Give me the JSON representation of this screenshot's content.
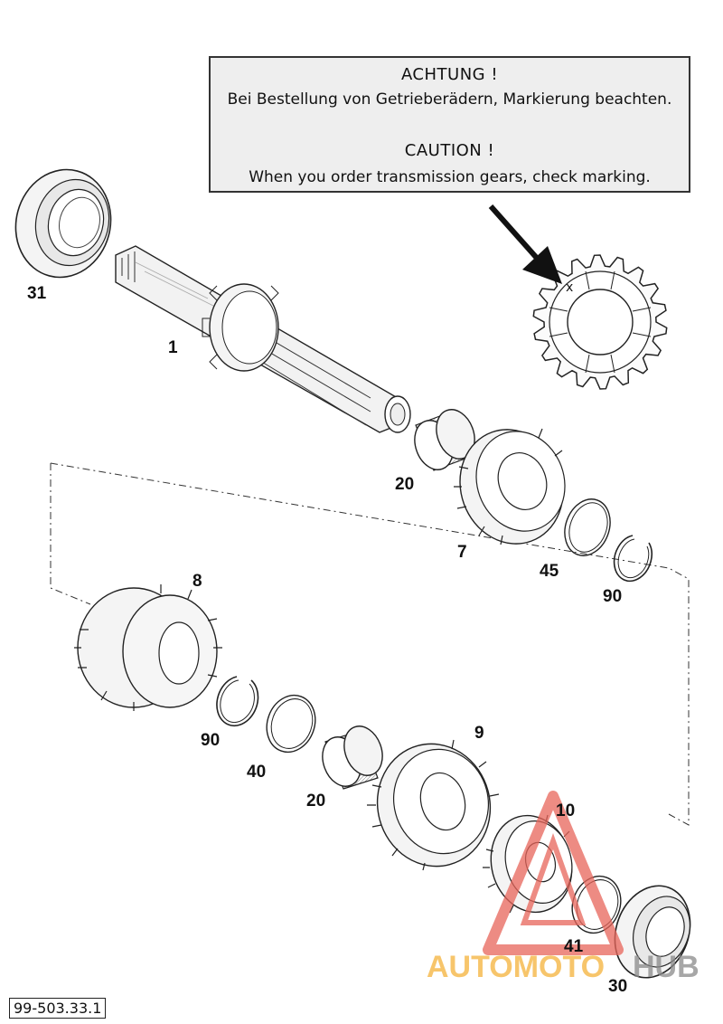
{
  "notice": {
    "title_de": "ACHTUNG !",
    "text_de": "Bei Bestellung von Getrieberädern, Markierung beachten.",
    "title_en": "CAUTION !",
    "text_en": "When you order transmission gears, check marking."
  },
  "marking": "x",
  "callouts": {
    "bearing_top": "31",
    "main_shaft": "1",
    "needle_bearing_top": "20",
    "gear_7": "7",
    "washer_45": "45",
    "circlip_90_top": "90",
    "gear_8": "8",
    "circlip_90_bottom": "90",
    "washer_40": "40",
    "needle_bearing_bottom": "20",
    "gear_9": "9",
    "gear_10": "10",
    "washer_41": "41",
    "bearing_bottom": "30"
  },
  "reference_number": "99-503.33.1",
  "watermark": {
    "part1": "AUTOMOTO",
    "part2": "HUB",
    "color1": "#f5b23a",
    "color2": "#8a8a8a",
    "triangle_color": "#e8655a"
  }
}
